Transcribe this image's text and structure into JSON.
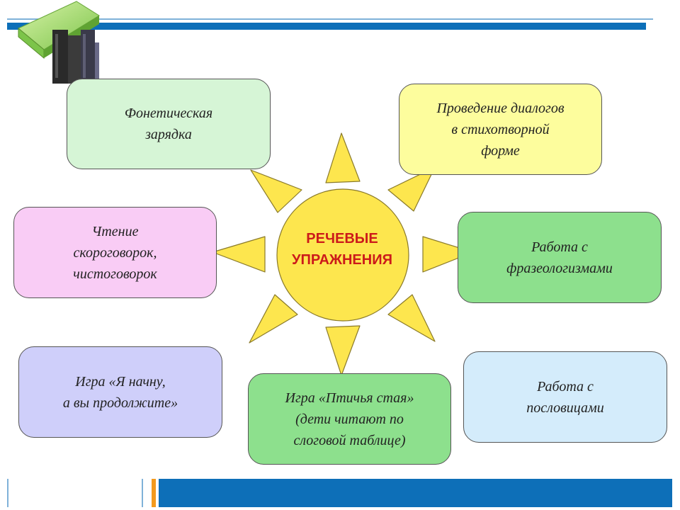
{
  "center": {
    "lines": [
      "РЕЧЕВЫЕ",
      "УПРАЖНЕНИЯ"
    ]
  },
  "boxes": {
    "phonetic": {
      "lines": [
        "Фонетическая",
        "зарядка"
      ]
    },
    "dialogues": {
      "lines": [
        "Проведение диалогов",
        "в стихотворной",
        "форме"
      ]
    },
    "tongue": {
      "lines": [
        "Чтение",
        "скороговорок,",
        "чистоговорок"
      ]
    },
    "idioms": {
      "lines": [
        "Работа с",
        "фразеологизмами"
      ]
    },
    "game_begin": {
      "lines": [
        "Игра «Я начну,",
        "а вы продолжите»"
      ]
    },
    "game_bird": {
      "lines": [
        "Игра «Птичья стая»",
        "(дети читают по",
        "слоговой таблице)"
      ]
    },
    "proverbs": {
      "lines": [
        "Работа с",
        "пословицами"
      ]
    }
  },
  "colors": {
    "sun_fill": "#fde64e",
    "sun_stroke": "#8a7a2a",
    "center_text": "#cc1a1a",
    "bar_blue": "#0d6fb8",
    "bar_accent": "#f39a1e"
  }
}
